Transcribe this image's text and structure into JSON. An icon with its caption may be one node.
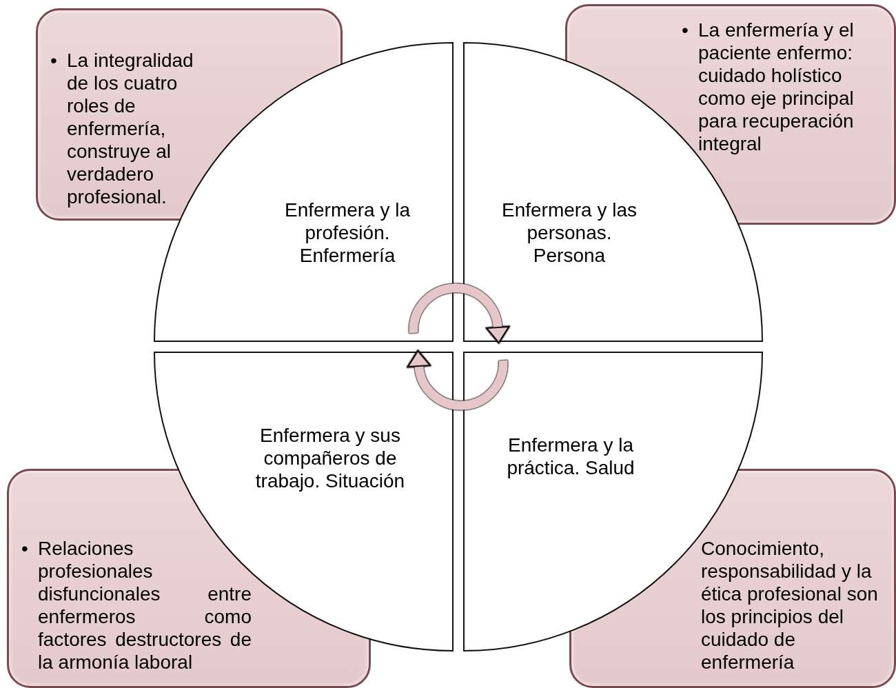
{
  "diagram": {
    "nodes": [
      {
        "text": [
          "•",
          "La integralidad de los cuatro roles de enfermería, construye al verdadero profesional."
        ]
      },
      {
        "text": [
          "•",
          "La enfermería y el paciente enfermo: cuidado holístico como eje principal para recuperación integral"
        ]
      },
      {
        "text": [
          "Enfermera y la profesión. Enfermería"
        ]
      },
      {
        "text": [
          "Enfermera y las personas. Persona"
        ]
      },
      {
        "text": [
          "Enfermera y sus compañeros de trabajo. Situación"
        ]
      },
      {
        "text": [
          "Enfermera y la práctica. Salud"
        ]
      },
      {
        "text": [
          "•",
          "Relaciones profesionales disfuncionales entre enfermeros como factores destructores de la armonía laboral"
        ]
      },
      {
        "text": [
          "Conocimiento, responsabilidad y la ética profesional son los principios del cuidado de enfermería"
        ]
      }
    ],
    "edges": [
      {
        "from": 2,
        "to": 3,
        "arrow": "to"
      },
      {
        "from": 5,
        "to": 4,
        "arrow": "to"
      }
    ]
  }
}
